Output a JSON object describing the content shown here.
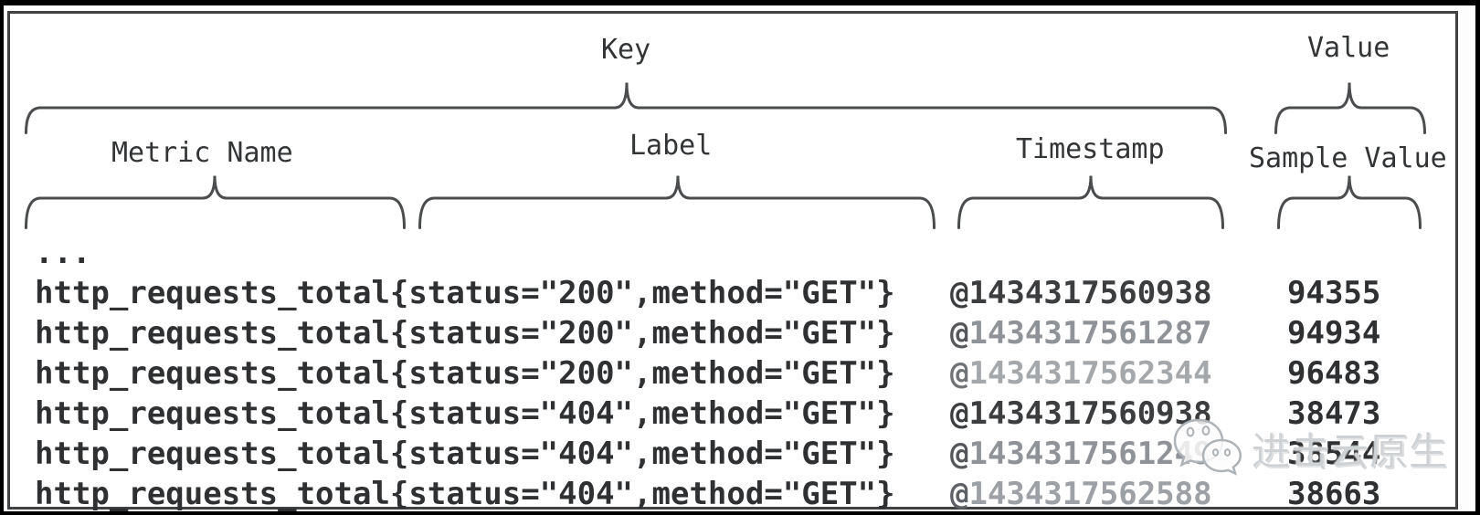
{
  "diagram": {
    "key_label": "Key",
    "value_label": "Value",
    "metric_name_label": "Metric Name",
    "label_label": "Label",
    "timestamp_label": "Timestamp",
    "sample_value_label": "Sample Value",
    "ellipsis": "...",
    "rows": [
      {
        "metric": "http_requests_total{status=\"200\",method=\"GET\"}",
        "timestamp": "@1434317560938",
        "value": "94355",
        "ts_color": "#3b3d3f",
        "at_color": "#3b3d3f"
      },
      {
        "metric": "http_requests_total{status=\"200\",method=\"GET\"}",
        "timestamp": "@1434317561287",
        "value": "94934",
        "ts_color": "#8f9296",
        "at_color": "#55575b"
      },
      {
        "metric": "http_requests_total{status=\"200\",method=\"GET\"}",
        "timestamp": "@1434317562344",
        "value": "96483",
        "ts_color": "#a5a8ab",
        "at_color": "#707376"
      },
      {
        "metric": "http_requests_total{status=\"404\",method=\"GET\"}",
        "timestamp": "@1434317560938",
        "value": "38473",
        "ts_color": "#3b3d3f",
        "at_color": "#3b3d3f"
      },
      {
        "metric": "http_requests_total{status=\"404\",method=\"GET\"}",
        "timestamp": "@1434317561249",
        "value": "38544",
        "ts_color": "#8f9296",
        "at_color": "#55575b"
      },
      {
        "metric": "http_requests_total{status=\"404\",method=\"GET\"}",
        "timestamp": "@1434317562588",
        "value": "38663",
        "ts_color": "#9da0a4",
        "at_color": "#5d6064"
      }
    ],
    "ink_color": "#2e3032",
    "line_color": "#4a4c4e"
  },
  "watermark": {
    "text": "进击云原生",
    "logo": "wechat-logo"
  }
}
